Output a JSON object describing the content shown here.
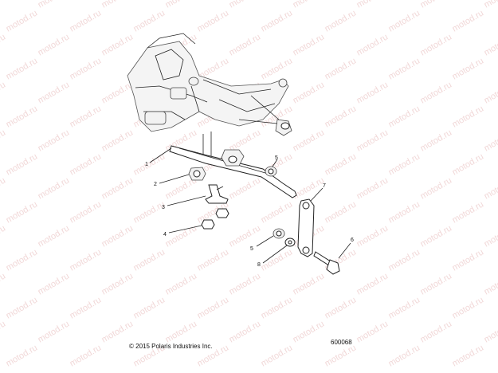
{
  "watermark": {
    "text": "motod.ru",
    "color": "#e6b8b8"
  },
  "callouts": [
    {
      "id": "c1",
      "label": "1"
    },
    {
      "id": "c2",
      "label": "2"
    },
    {
      "id": "c3",
      "label": "3"
    },
    {
      "id": "c4",
      "label": "4"
    },
    {
      "id": "c5a",
      "label": "5"
    },
    {
      "id": "c5b",
      "label": "5"
    },
    {
      "id": "c6",
      "label": "6"
    },
    {
      "id": "c7",
      "label": "7"
    },
    {
      "id": "c8",
      "label": "8"
    }
  ],
  "footer": {
    "copyright": "© 2015 Polaris Industries Inc.",
    "diagram_number": "600068"
  }
}
